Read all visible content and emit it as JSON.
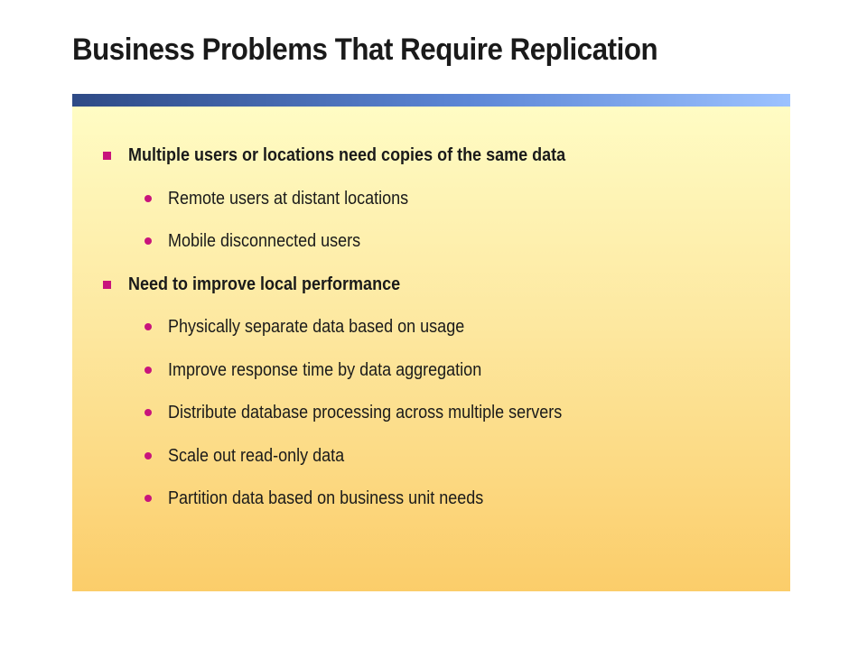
{
  "slide": {
    "title": "Business Problems That Require Replication",
    "bullets": [
      {
        "level": 1,
        "text": "Multiple users or locations need copies of the same data"
      },
      {
        "level": 2,
        "text": "Remote users at distant locations"
      },
      {
        "level": 2,
        "text": "Mobile disconnected users"
      },
      {
        "level": 1,
        "text": "Need to improve local performance"
      },
      {
        "level": 2,
        "text": "Physically separate data based on usage"
      },
      {
        "level": 2,
        "text": "Improve response time by data aggregation"
      },
      {
        "level": 2,
        "text": "Distribute database processing across multiple servers"
      },
      {
        "level": 2,
        "text": "Scale out read-only data"
      },
      {
        "level": 2,
        "text": "Partition data based on business unit needs"
      }
    ]
  },
  "colors": {
    "bullet": "#c8147c",
    "title_bar_start": "#2e4a86",
    "title_bar_end": "#9cc2ff",
    "panel_top": "#fffcc4",
    "panel_bottom": "#fbcd6a"
  }
}
